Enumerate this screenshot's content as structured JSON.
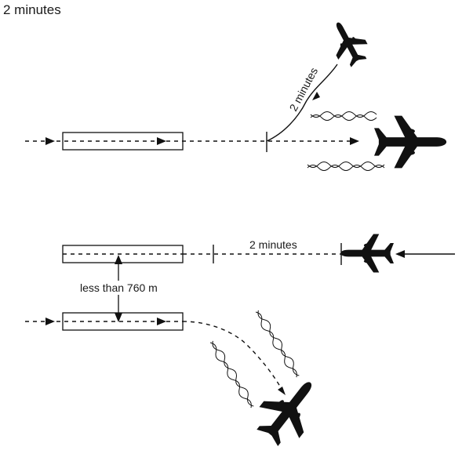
{
  "title": "2 minutes",
  "labels": {
    "curved_path": "2 minutes",
    "horizontal_gap": "2 minutes",
    "runway_separation": "less than 760 m"
  },
  "colors": {
    "ink": "#1a1a1a",
    "background": "#ffffff"
  },
  "icons": [
    "aircraft-icon",
    "wake-turbulence-icon",
    "arrowhead-icon"
  ]
}
